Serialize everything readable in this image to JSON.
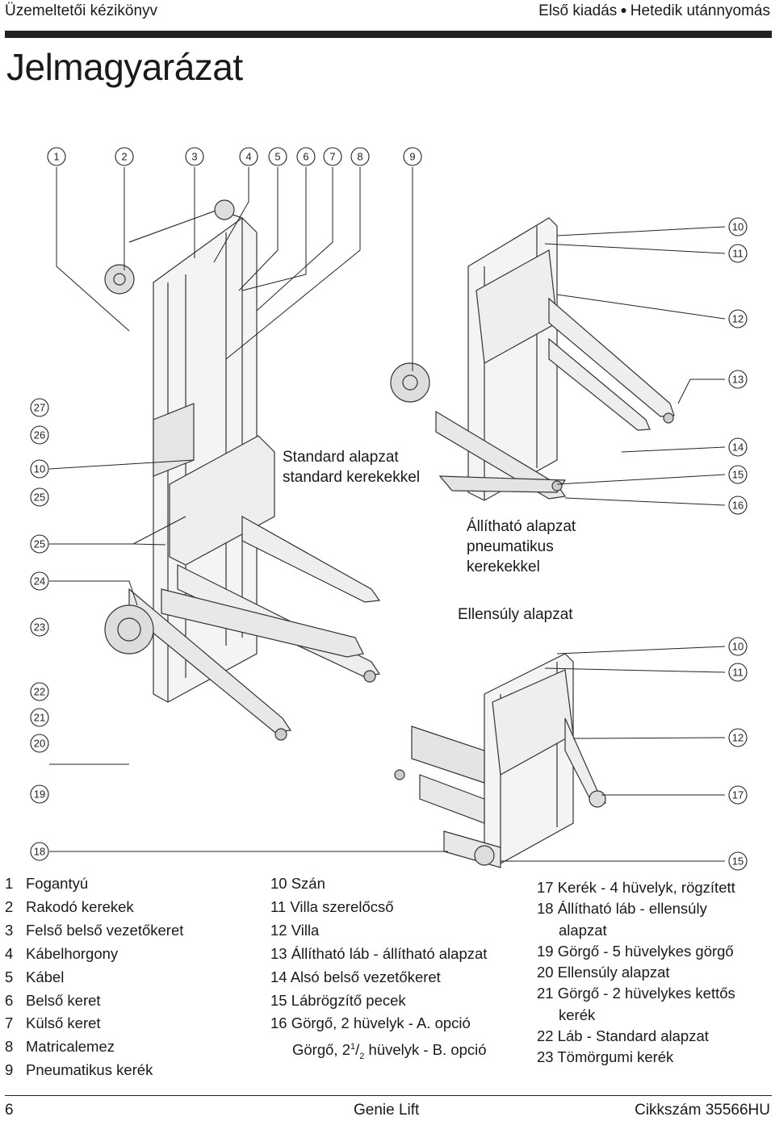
{
  "header": {
    "left": "Üzemeltetői kézikönyv",
    "right_part1": "Első kiadás",
    "right_part2": "Hetedik utánnyomás"
  },
  "title": "Jelmagyarázat",
  "diagram": {
    "labels": {
      "standard": [
        "Standard alapzat",
        "standard kerekekkel"
      ],
      "adjustable": [
        "Állítható alapzat",
        "pneumatikus",
        "kerekekkel"
      ],
      "counterweight": "Ellensúly alapzat"
    },
    "callouts_top": [
      "1",
      "2",
      "3",
      "4",
      "5",
      "6",
      "7",
      "8",
      "9"
    ],
    "callouts_left": [
      "27",
      "26",
      "10",
      "25",
      "25",
      "24",
      "23",
      "22",
      "21",
      "20",
      "19",
      "18"
    ],
    "callouts_right": [
      "10",
      "11",
      "12",
      "13",
      "14",
      "15",
      "16",
      "10",
      "11",
      "12",
      "17",
      "15"
    ]
  },
  "legend": {
    "col1": [
      {
        "num": "1",
        "text": "Fogantyú"
      },
      {
        "num": "2",
        "text": "Rakodó kerekek"
      },
      {
        "num": "3",
        "text": "Felső belső vezetőkeret"
      },
      {
        "num": "4",
        "text": "Kábelhorgony"
      },
      {
        "num": "5",
        "text": "Kábel"
      },
      {
        "num": "6",
        "text": "Belső keret"
      },
      {
        "num": "7",
        "text": "Külső keret"
      },
      {
        "num": "8",
        "text": "Matricalemez"
      },
      {
        "num": "9",
        "text": "Pneumatikus kerék"
      }
    ],
    "col2": [
      {
        "text": "10 Szán"
      },
      {
        "text": "11 Villa szerelőcső"
      },
      {
        "text": "12 Villa"
      },
      {
        "text": "13 Állítható láb - állítható alapzat"
      },
      {
        "text": "14 Alsó belső vezetőkeret"
      },
      {
        "text": "15 Lábrögzítő pecek"
      },
      {
        "text": "16 Görgő, 2 hüvelyk - A. opció"
      }
    ],
    "col2_last": {
      "prefix": "Görgő, 2",
      "sup": "1",
      "slash": "/",
      "sub": "2",
      "suffix": " hüvelyk - B. opció"
    },
    "col3": [
      {
        "text": "17 Kerék - 4 hüvelyk, rögzített"
      },
      {
        "text": "18 Állítható láb - ellensúly",
        "cont": "alapzat"
      },
      {
        "text": "19 Görgő - 5 hüvelykes görgő"
      },
      {
        "text": "20 Ellensúly alapzat"
      },
      {
        "text": "21 Görgő - 2 hüvelykes kettős",
        "cont": "kerék"
      },
      {
        "text": "22 Láb - Standard alapzat"
      },
      {
        "text": "23 Tömörgumi kerék"
      }
    ]
  },
  "footer": {
    "page": "6",
    "center": "Genie Lift",
    "right": "Cikkszám 35566HU"
  }
}
